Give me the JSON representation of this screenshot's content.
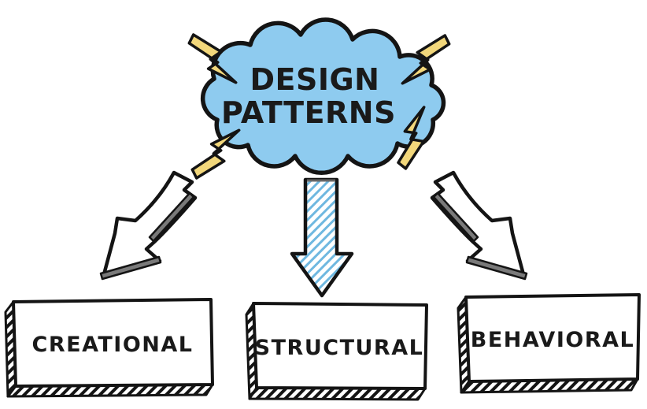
{
  "diagram": {
    "title": {
      "line1": "DESIGN",
      "line2": "PATTERNS"
    },
    "categories": [
      {
        "label": "CREATIONAL"
      },
      {
        "label": "STRUCTURAL"
      },
      {
        "label": "BEHAVIORAL"
      }
    ],
    "icons": {
      "cloud": "cloud-shape",
      "bolt": "lightning-bolt"
    },
    "colors": {
      "background": "#FFFFFF",
      "outline": "#141414",
      "cloud_fill": "#8ECBEF",
      "bolt_fill": "#F2D77B",
      "arrow_fill": "#FFFFFF",
      "arrow_shadow": "#7A7A7A",
      "arrow_top_edge": "#666666",
      "hatch_blue": "#6FB8E0",
      "hatch_black": "#141414",
      "box_fill": "#FFFFFF",
      "text_color": "#1A1A1A"
    }
  }
}
